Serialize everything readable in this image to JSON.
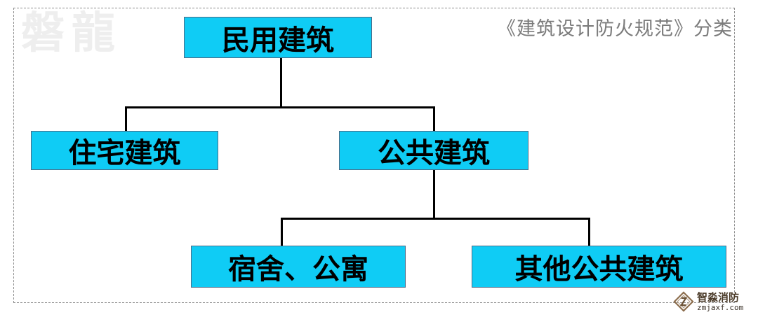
{
  "page": {
    "background_color": "#ffffff",
    "frame_border_color": "#8d8d8d"
  },
  "watermark": {
    "text": "磐龍",
    "color": "#eeeeee"
  },
  "header": {
    "caption": "《建筑设计防火规范》分类",
    "color": "#7b7b7b"
  },
  "diagram": {
    "node_fill_color": "#0fccf5",
    "node_border_color": "#4b6a86",
    "connector_color": "#000000",
    "nodes": [
      {
        "id": "root",
        "label": "民用建筑",
        "level": 1
      },
      {
        "id": "residential",
        "label": "住宅建筑",
        "level": 2
      },
      {
        "id": "public",
        "label": "公共建筑",
        "level": 2
      },
      {
        "id": "dorm",
        "label": "宿舍、公寓",
        "level": 3
      },
      {
        "id": "other_public",
        "label": "其他公共建筑",
        "level": 3
      }
    ]
  },
  "brand": {
    "name": "智淼消防",
    "url": "zmjaxf.com",
    "mark_color": "#8a6b4a"
  }
}
